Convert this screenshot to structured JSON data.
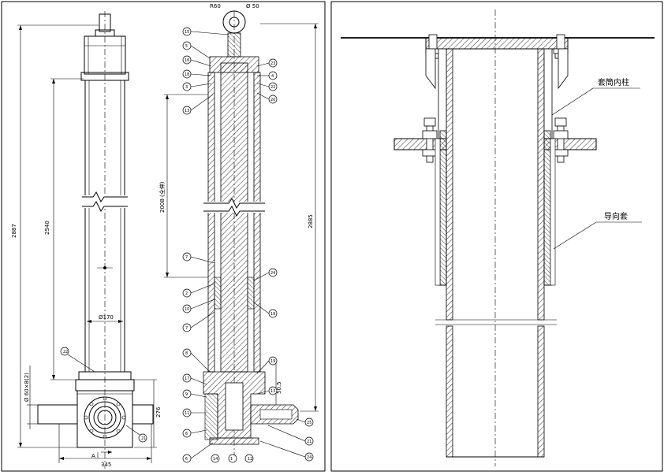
{
  "left_drawing": {
    "dims": {
      "overall": "2887",
      "stroke": "2540",
      "rod_dia": "Ø170",
      "pin_dia": "Ø 50",
      "radius": "R60",
      "base_width": "345",
      "base_height": "276",
      "port": "Ø 60×8(2)",
      "section": "A",
      "guide_length": "2008 (全伸)",
      "right_total": "2885",
      "small": "50.5"
    },
    "callouts": [
      "15",
      "5",
      "16",
      "18",
      "3",
      "13",
      "23",
      "22",
      "4",
      "20",
      "2",
      "10",
      "12",
      "7",
      "24",
      "19",
      "8",
      "17",
      "6",
      "9",
      "11",
      "14",
      "21",
      "1",
      "25",
      "22"
    ]
  },
  "right_drawing": {
    "labels": {
      "inner_column": "套筒内柱",
      "guide_sleeve": "导向套"
    }
  }
}
